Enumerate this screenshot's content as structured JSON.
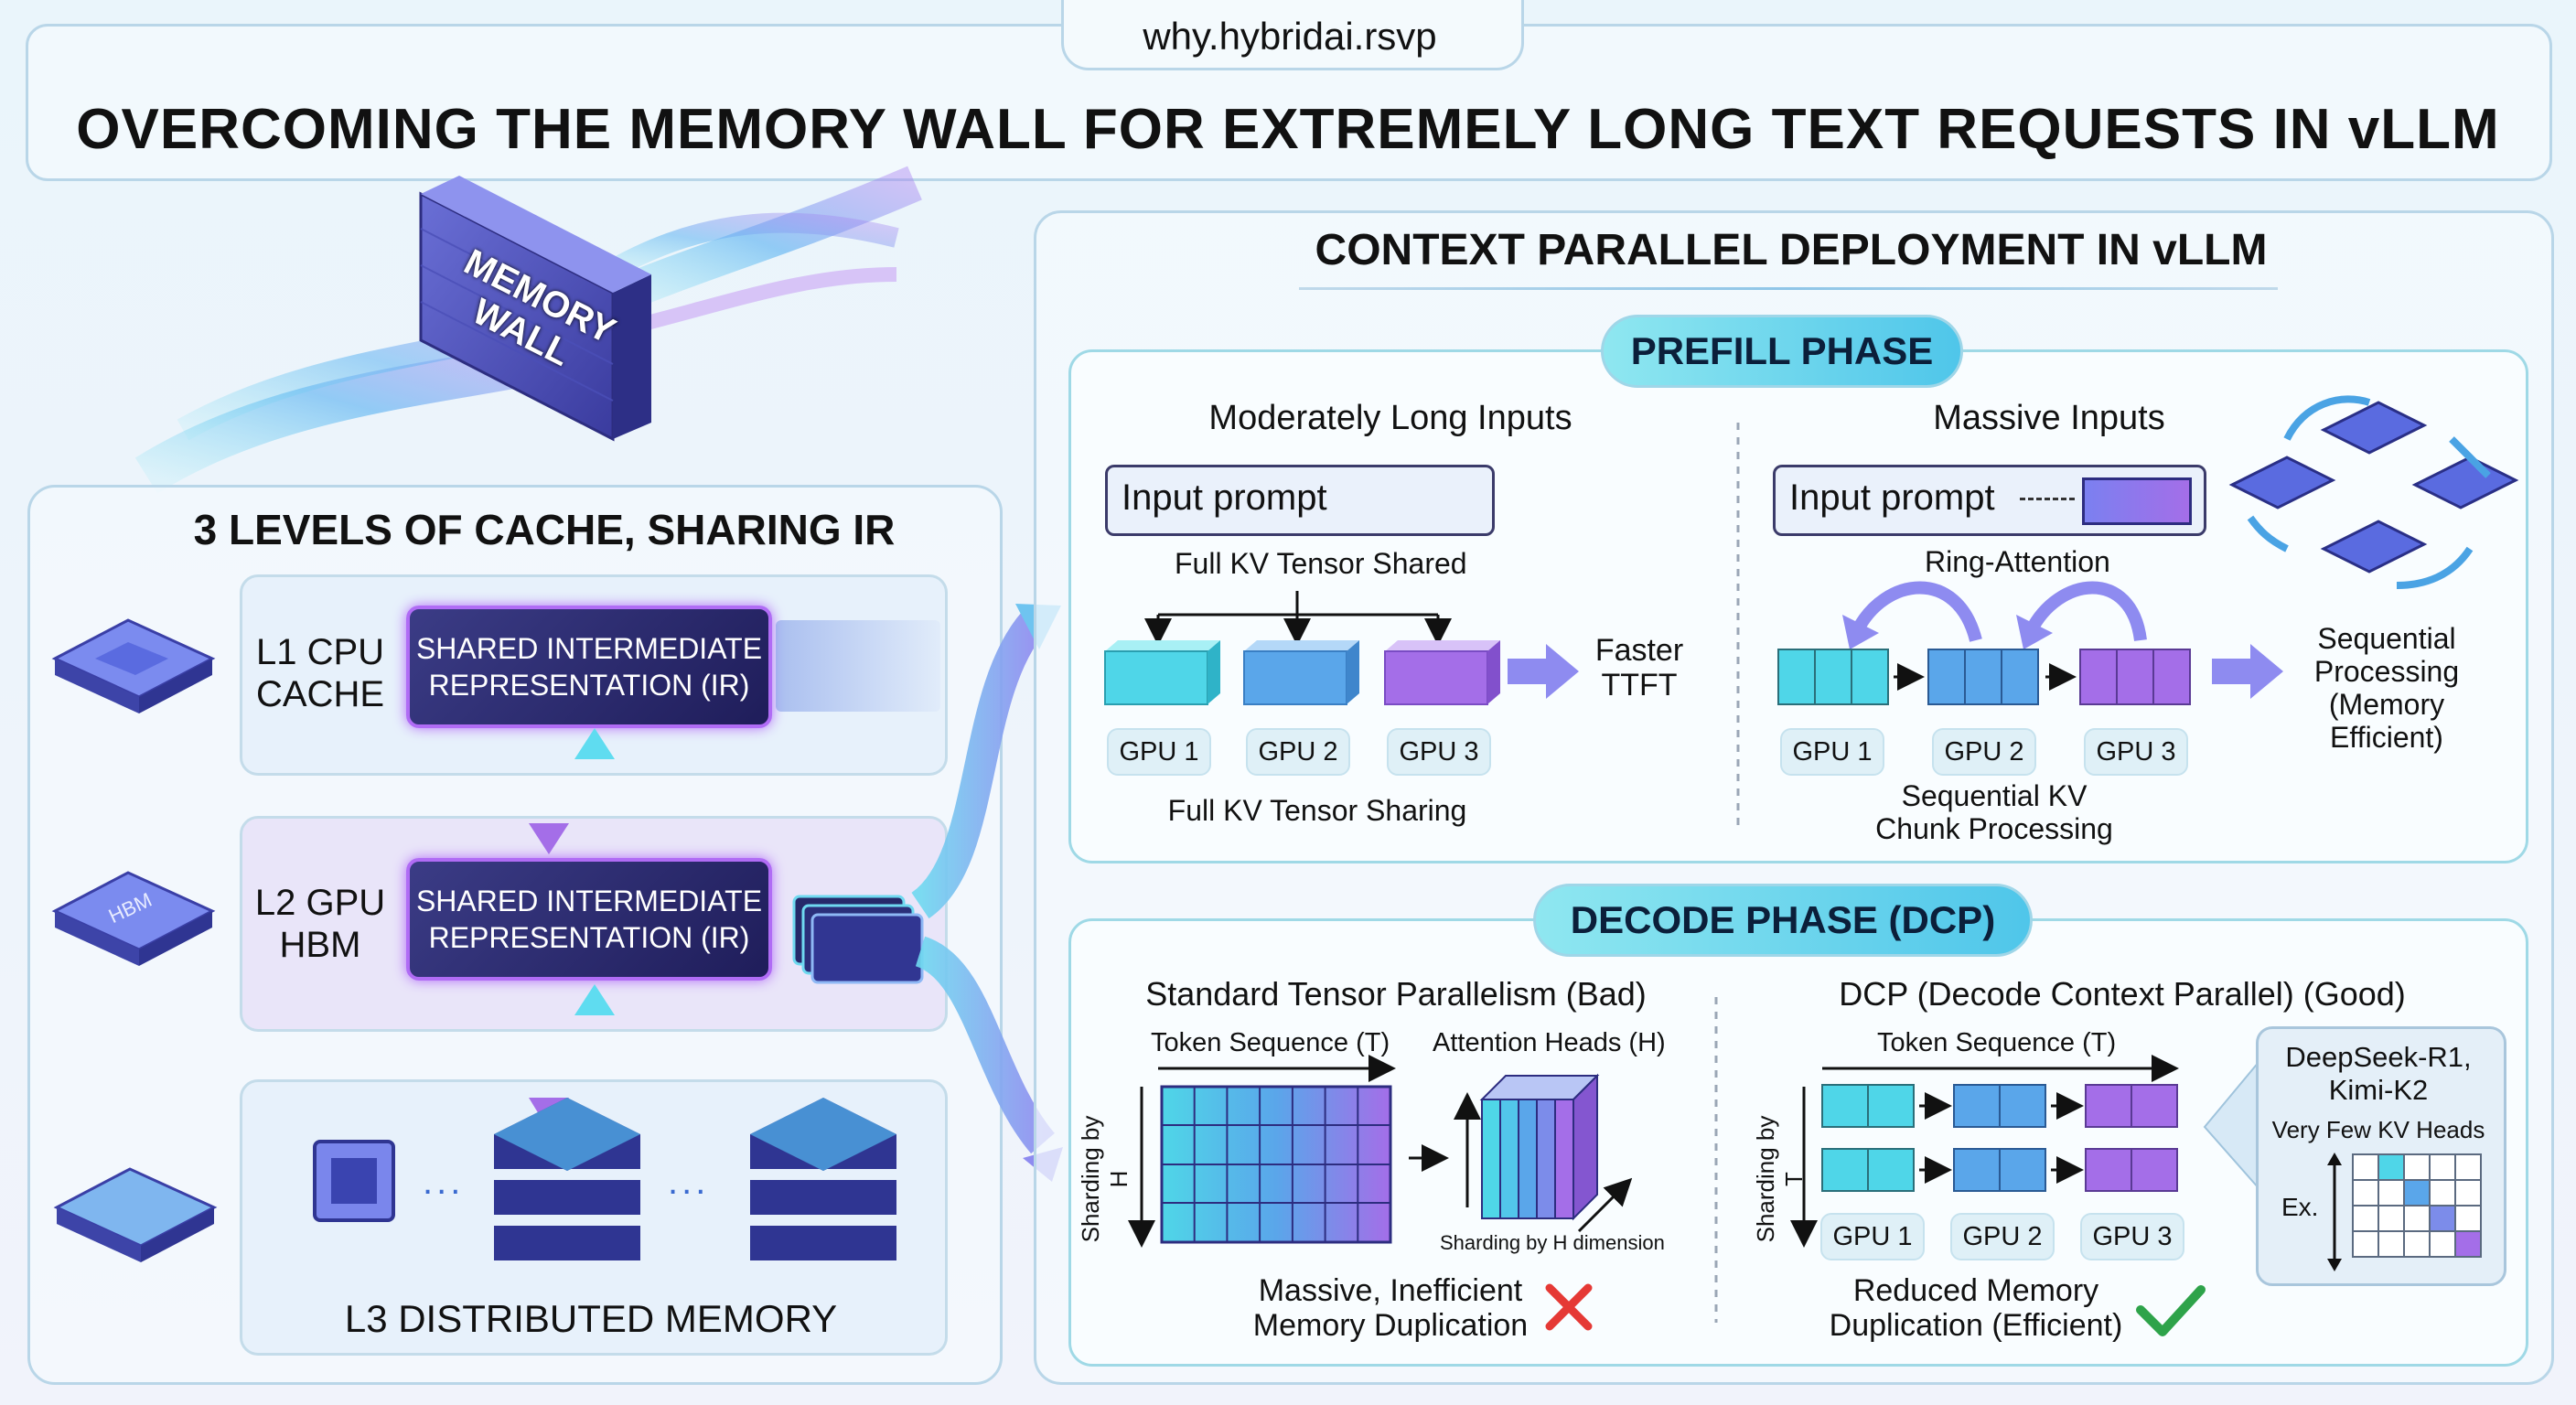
{
  "header": {
    "site": "why.hybridai.rsvp",
    "title": "OVERCOMING THE MEMORY WALL FOR EXTREMELY LONG TEXT REQUESTS IN vLLM"
  },
  "left": {
    "wall_label": "MEMORY WALL",
    "cache_title": "3 LEVELS OF CACHE, SHARING IR",
    "l1_label": "L1 CPU CACHE",
    "l2_label": "L2 GPU HBM",
    "l3_label": "L3 DISTRIBUTED MEMORY",
    "ir_label": "SHARED INTERMEDIATE REPRESENTATION (IR)",
    "chip_label": "HBM",
    "dots": "..."
  },
  "right": {
    "title": "CONTEXT PARALLEL DEPLOYMENT IN vLLM",
    "prefill": {
      "phase": "PREFILL PHASE",
      "moderate": {
        "heading": "Moderately Long Inputs",
        "prompt": "Input prompt",
        "shared_label": "Full KV Tensor Shared",
        "gpus": [
          "GPU 1",
          "GPU 2",
          "GPU 3"
        ],
        "result": "Faster TTFT",
        "caption": "Full KV Tensor Sharing"
      },
      "massive": {
        "heading": "Massive Inputs",
        "prompt": "Input prompt",
        "ring_label": "Ring-Attention",
        "gpus": [
          "GPU 1",
          "GPU 2",
          "GPU 3"
        ],
        "caption": "Sequential KV Chunk Processing",
        "result": "Sequential Processing (Memory Efficient)"
      }
    },
    "decode": {
      "phase": "DECODE PHASE (DCP)",
      "bad": {
        "heading": "Standard Tensor Parallelism (Bad)",
        "token_seq": "Token Sequence (T)",
        "attn_heads": "Attention Heads (H)",
        "shard_h": "Sharding by H",
        "shard_h_dim": "Sharding by H dimension",
        "caption": "Massive, Inefficient Memory Duplication"
      },
      "good": {
        "heading": "DCP (Decode Context Parallel) (Good)",
        "token_seq": "Token Sequence (T)",
        "shard_t": "Sharding by T",
        "gpus": [
          "GPU 1",
          "GPU 2",
          "GPU 3"
        ],
        "caption": "Reduced Memory Duplication (Efficient)",
        "models": "DeepSeek-R1, Kimi-K2",
        "kv_heads": "Very Few KV Heads",
        "example": "Ex."
      }
    }
  },
  "colors": {
    "teal": "#4fd6e8",
    "blue": "#5aa6ea",
    "violet": "#a46ee8",
    "ir_bg": "#252464",
    "bad": "#e53935",
    "good": "#2ea34a"
  }
}
